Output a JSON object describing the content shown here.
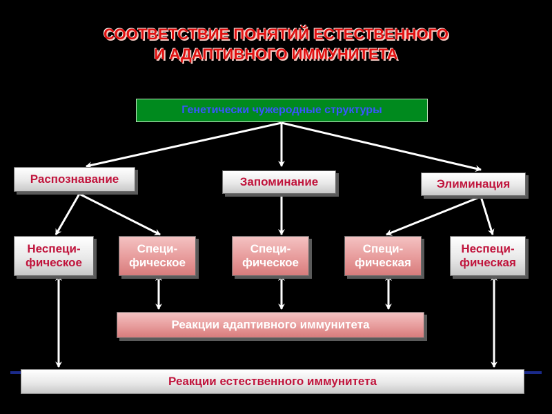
{
  "title": {
    "line1": "СООТВЕТСТВИЕ ПОНЯТИЙ ЕСТЕСТВЕННОГО",
    "line2": "И АДАПТИВНОГО ИММУНИТЕТА"
  },
  "nodes": {
    "root": "Генетически чужеродные структуры",
    "recognition": "Распознавание",
    "memory": "Запоминание",
    "elimination": "Элиминация",
    "nonspecific_recognition": "Неспеци-\nфическое",
    "specific_recognition": "Специ-\nфическое",
    "specific_memory": "Специ-\nфическое",
    "specific_elimination": "Специ-\nфическая",
    "nonspecific_elimination": "Неспеци-\nфическая",
    "adaptive_reactions": "Реакции адаптивного иммунитета",
    "innate_reactions": "Реакции естественного иммунитета"
  },
  "colors": {
    "background": "#000000",
    "title_text": "#e01010",
    "grey_box_text": "#c0143c",
    "root_box": "#008a1e",
    "root_text": "#3a55ff",
    "arrow": "#ffffff"
  }
}
